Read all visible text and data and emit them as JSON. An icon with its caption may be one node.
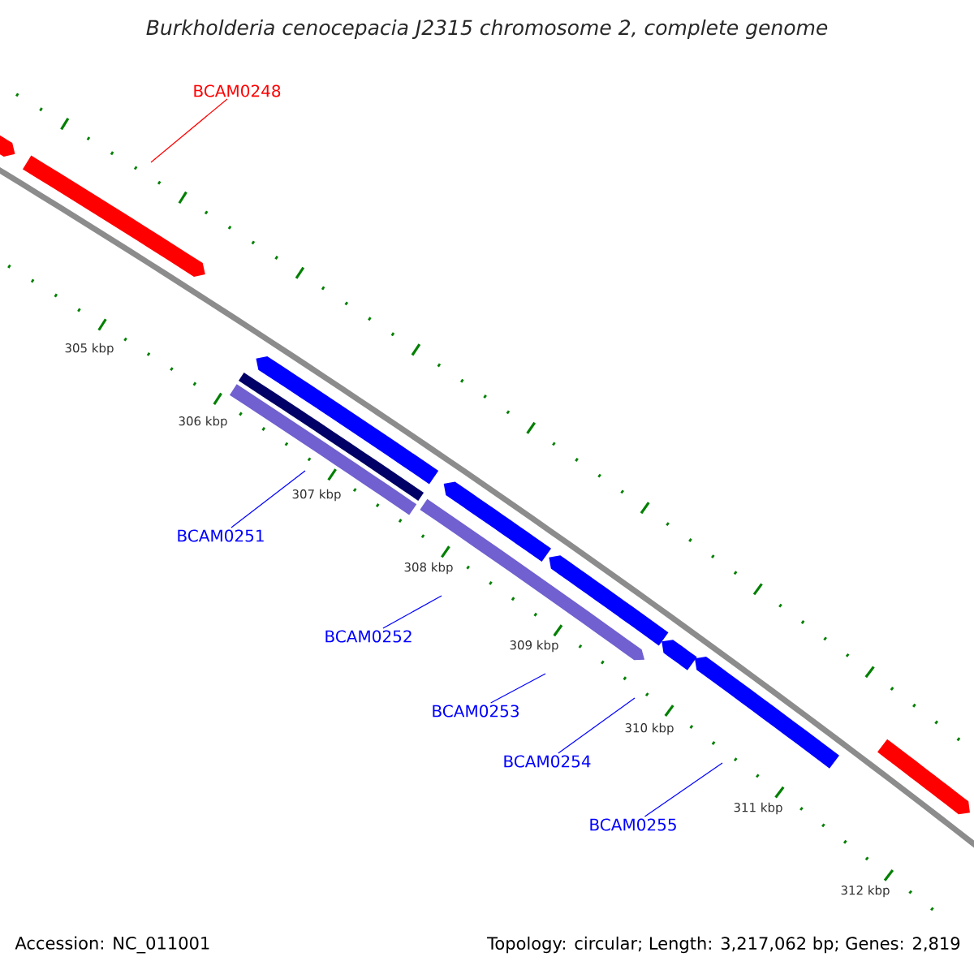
{
  "diagram": {
    "title": "Burkholderia cenocepacia J2315 chromosome 2, complete genome",
    "nodes": [
      {
        "text": [
          "BCAM0248"
        ]
      },
      {
        "text": [
          "BCAM0251"
        ]
      },
      {
        "text": [
          "BCAM0252"
        ]
      },
      {
        "text": [
          "BCAM0253"
        ]
      },
      {
        "text": [
          "BCAM0254"
        ]
      },
      {
        "text": [
          "BCAM0255"
        ]
      }
    ],
    "edges": [
      {
        "from": 0,
        "to": null,
        "arrow": "none",
        "color": "#ff0000"
      },
      {
        "from": 1,
        "to": null,
        "arrow": "none"
      },
      {
        "from": 2,
        "to": null,
        "arrow": "none"
      },
      {
        "from": 3,
        "to": null,
        "arrow": "none"
      },
      {
        "from": 4,
        "to": null,
        "arrow": "none"
      },
      {
        "from": 5,
        "to": null,
        "arrow": "none"
      }
    ],
    "labels": [
      "305 kbp",
      "306 kbp",
      "307 kbp",
      "308 kbp",
      "309 kbp",
      "310 kbp",
      "311 kbp",
      "312 kbp",
      "Accession: NC_011001",
      "Topology: circular; Length: 3,217,062 bp; Genes: 2,819"
    ]
  }
}
